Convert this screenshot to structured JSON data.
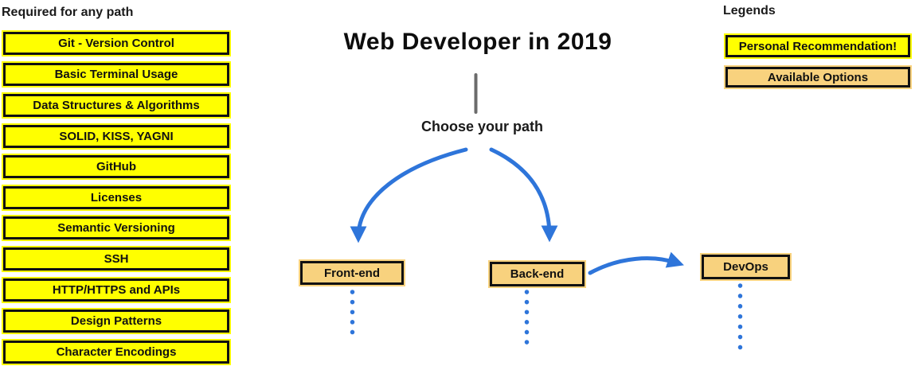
{
  "title": "Web Developer in 2019",
  "choose_path_label": "Choose your path",
  "required": {
    "header": "Required for any path",
    "items": [
      "Git - Version Control",
      "Basic Terminal Usage",
      "Data Structures & Algorithms",
      "SOLID, KISS, YAGNI",
      "GitHub",
      "Licenses",
      "Semantic Versioning",
      "SSH",
      "HTTP/HTTPS and APIs",
      "Design Patterns",
      "Character Encodings"
    ]
  },
  "paths": {
    "frontend": "Front-end",
    "backend": "Back-end",
    "devops": "DevOps"
  },
  "legends": {
    "header": "Legends",
    "personal": "Personal Recommendation!",
    "available": "Available Options"
  },
  "colors": {
    "recommendation_yellow": "#ffff00",
    "available_tan": "#f8d27e",
    "arrow_blue": "#2e75da",
    "connector_gray": "#6b6b6b",
    "border_black": "#111111"
  }
}
